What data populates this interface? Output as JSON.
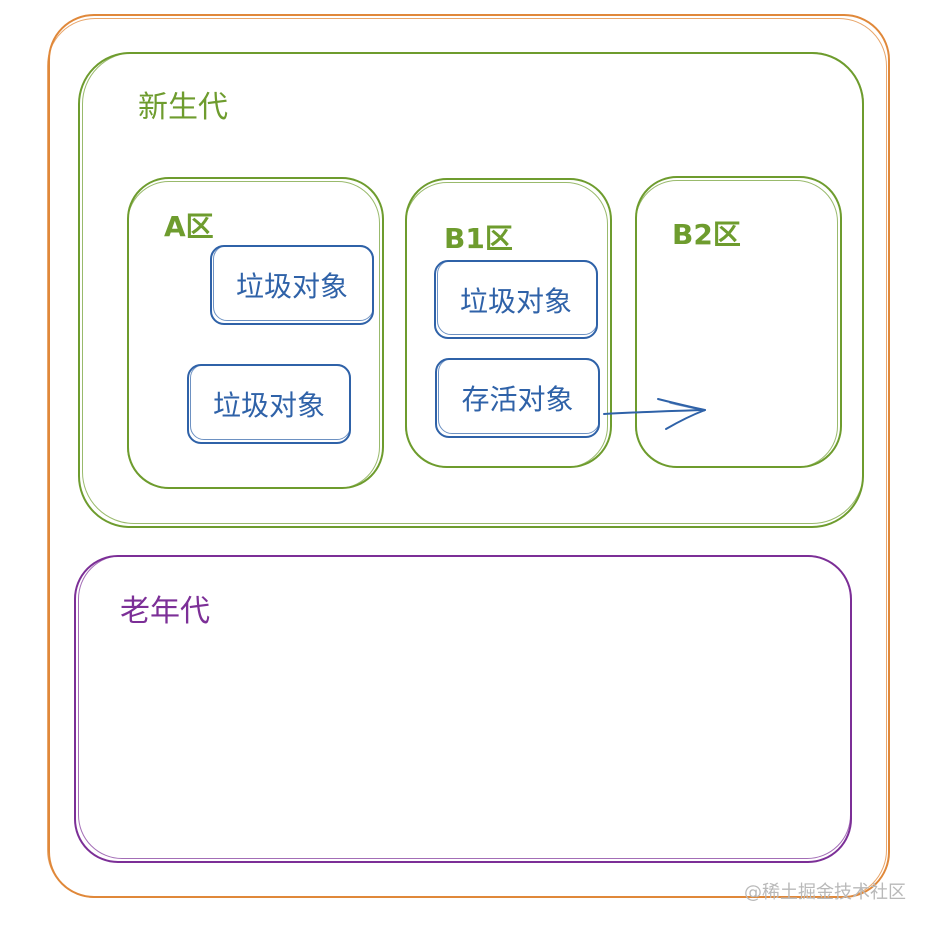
{
  "heap": {
    "color": "#e0883a"
  },
  "young_generation": {
    "label": "新生代",
    "color": "#6e9c2e",
    "zones": [
      {
        "label": "A区",
        "objects": [
          "垃圾对象",
          "垃圾对象"
        ]
      },
      {
        "label": "B1区",
        "objects": [
          "垃圾对象",
          "存活对象"
        ]
      },
      {
        "label": "B2区",
        "objects": []
      }
    ]
  },
  "object_color": "#2f62a8",
  "arrow": {
    "from": "存活对象",
    "to": "B2区"
  },
  "old_generation": {
    "label": "老年代",
    "color": "#7c2f97"
  },
  "watermark": "@稀土掘金技术社区"
}
